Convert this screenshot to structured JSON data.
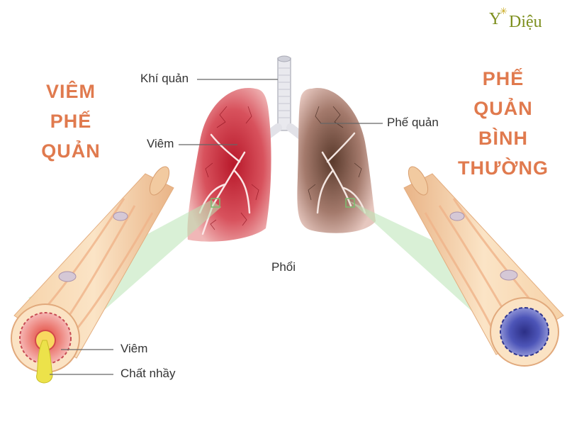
{
  "brand": {
    "logo_y": "Y",
    "logo_rest": "Diệu"
  },
  "left_title": {
    "line1": "VIÊM",
    "line2": "PHẾ",
    "line3": "QUẢN"
  },
  "right_title": {
    "line1": "PHẾ",
    "line2": "QUẢN",
    "line3": "BÌNH",
    "line4": "THƯỜNG"
  },
  "labels": {
    "trachea": "Khí quản",
    "inflammation_lung": "Viêm",
    "bronchi": "Phế quản",
    "lungs": "Phổi",
    "inflammation_tube": "Viêm",
    "mucus": "Chất nhầy"
  },
  "colors": {
    "title": "#e07a4e",
    "inflamed_lung": "#c9323f",
    "normal_lung": "#6e4a3c",
    "tube_wall": "#f3c89a",
    "normal_lumen": "#3f45a6",
    "mucus": "#e8de3a"
  }
}
